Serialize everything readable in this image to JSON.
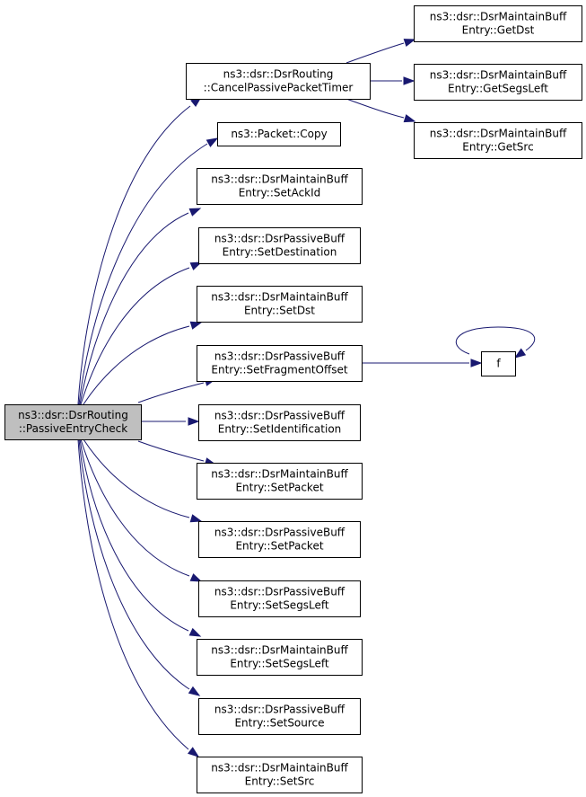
{
  "graph": {
    "edge_color": "#191970",
    "root_fill": "#bfbfbf",
    "node_fill": "#ffffff",
    "nodes": [
      {
        "id": "root",
        "lines": [
          "ns3::dsr::DsrRouting",
          "::PassiveEntryCheck"
        ],
        "root": true
      },
      {
        "id": "cancel",
        "lines": [
          "ns3::dsr::DsrRouting",
          "::CancelPassivePacketTimer"
        ]
      },
      {
        "id": "copy",
        "lines": [
          "ns3::Packet::Copy"
        ]
      },
      {
        "id": "setackid",
        "lines": [
          "ns3::dsr::DsrMaintainBuff",
          "Entry::SetAckId"
        ]
      },
      {
        "id": "setdestination",
        "lines": [
          "ns3::dsr::DsrPassiveBuff",
          "Entry::SetDestination"
        ]
      },
      {
        "id": "setdst",
        "lines": [
          "ns3::dsr::DsrMaintainBuff",
          "Entry::SetDst"
        ]
      },
      {
        "id": "setfragmentoffset",
        "lines": [
          "ns3::dsr::DsrPassiveBuff",
          "Entry::SetFragmentOffset"
        ]
      },
      {
        "id": "setidentification",
        "lines": [
          "ns3::dsr::DsrPassiveBuff",
          "Entry::SetIdentification"
        ]
      },
      {
        "id": "setpacket_m",
        "lines": [
          "ns3::dsr::DsrMaintainBuff",
          "Entry::SetPacket"
        ]
      },
      {
        "id": "setpacket_p",
        "lines": [
          "ns3::dsr::DsrPassiveBuff",
          "Entry::SetPacket"
        ]
      },
      {
        "id": "setsegsleft_p",
        "lines": [
          "ns3::dsr::DsrPassiveBuff",
          "Entry::SetSegsLeft"
        ]
      },
      {
        "id": "setsegsleft_m",
        "lines": [
          "ns3::dsr::DsrMaintainBuff",
          "Entry::SetSegsLeft"
        ]
      },
      {
        "id": "setsource",
        "lines": [
          "ns3::dsr::DsrPassiveBuff",
          "Entry::SetSource"
        ]
      },
      {
        "id": "setsrc",
        "lines": [
          "ns3::dsr::DsrMaintainBuff",
          "Entry::SetSrc"
        ]
      },
      {
        "id": "getdst",
        "lines": [
          "ns3::dsr::DsrMaintainBuff",
          "Entry::GetDst"
        ]
      },
      {
        "id": "getsegsleft",
        "lines": [
          "ns3::dsr::DsrMaintainBuff",
          "Entry::GetSegsLeft"
        ]
      },
      {
        "id": "getsrc",
        "lines": [
          "ns3::dsr::DsrMaintainBuff",
          "Entry::GetSrc"
        ]
      },
      {
        "id": "f",
        "lines": [
          "f"
        ]
      }
    ],
    "edges": [
      {
        "from": "root",
        "to": "cancel"
      },
      {
        "from": "root",
        "to": "copy"
      },
      {
        "from": "root",
        "to": "setackid"
      },
      {
        "from": "root",
        "to": "setdestination"
      },
      {
        "from": "root",
        "to": "setdst"
      },
      {
        "from": "root",
        "to": "setfragmentoffset"
      },
      {
        "from": "root",
        "to": "setidentification"
      },
      {
        "from": "root",
        "to": "setpacket_m"
      },
      {
        "from": "root",
        "to": "setpacket_p"
      },
      {
        "from": "root",
        "to": "setsegsleft_p"
      },
      {
        "from": "root",
        "to": "setsegsleft_m"
      },
      {
        "from": "root",
        "to": "setsource"
      },
      {
        "from": "root",
        "to": "setsrc"
      },
      {
        "from": "cancel",
        "to": "getdst"
      },
      {
        "from": "cancel",
        "to": "getsegsleft"
      },
      {
        "from": "cancel",
        "to": "getsrc"
      },
      {
        "from": "setfragmentoffset",
        "to": "f"
      },
      {
        "from": "f",
        "to": "f"
      }
    ]
  }
}
